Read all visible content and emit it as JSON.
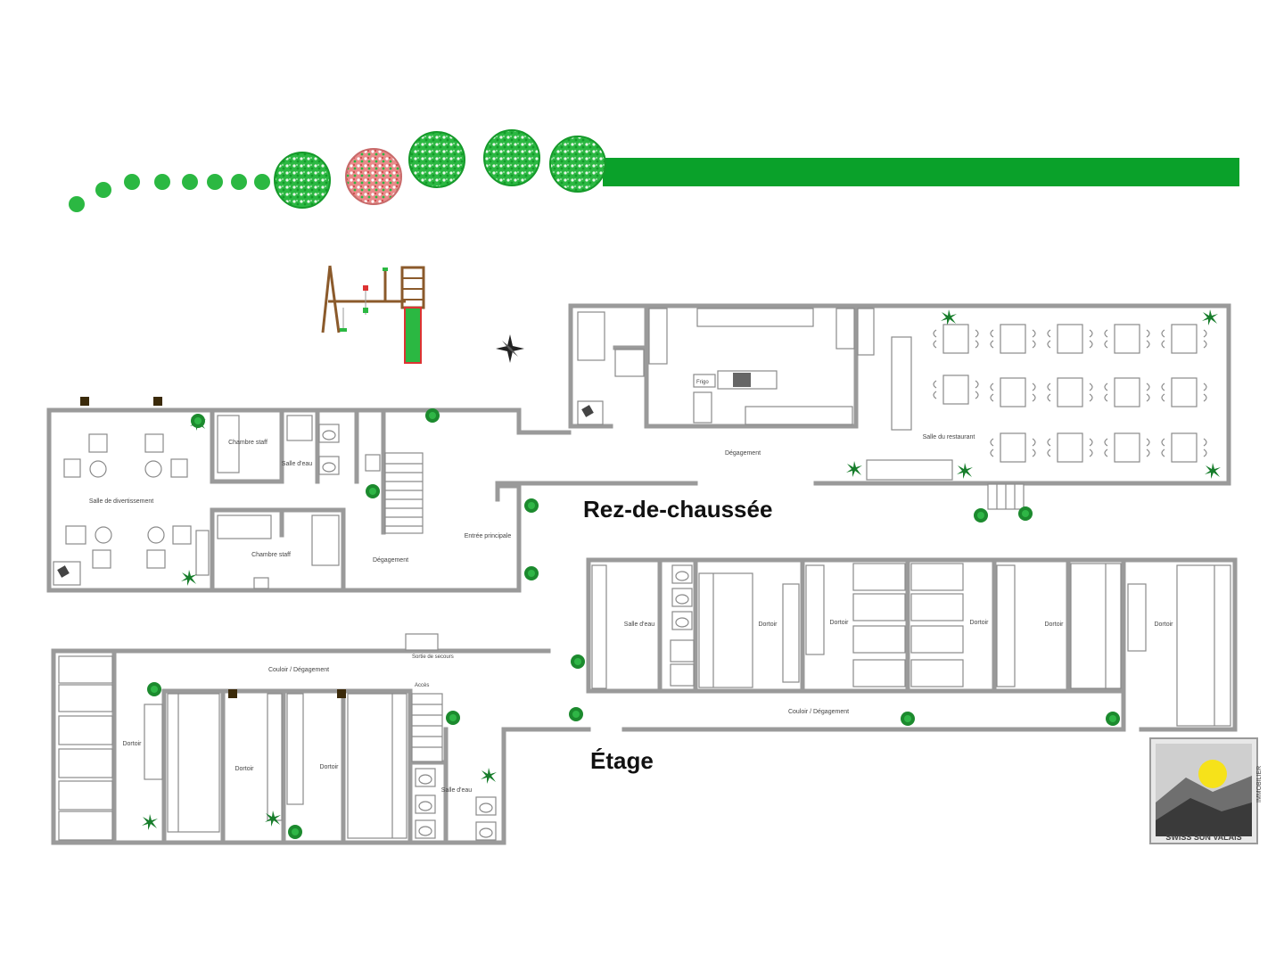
{
  "floors": {
    "ground": "Rez-de-chaussée",
    "upper": "Étage"
  },
  "rooms_ground": {
    "salle_divertissement": "Salle de divertissement",
    "chambre_staff_1": "Chambre staff",
    "chambre_staff_2": "Chambre staff",
    "salle_deau": "Salle d'eau",
    "degagement_left": "Dégagement",
    "entree": "Entrée principale",
    "degagement_top": "Dégagement",
    "salle_restaurant": "Salle du restaurant",
    "frigo": "Frigo"
  },
  "rooms_upper": {
    "couloir_left": "Couloir / Dégagement",
    "sortie_secours": "Sortie de secours",
    "acces": "Accès",
    "dortoir_1": "Dortoir",
    "dortoir_2": "Dortoir",
    "dortoir_3": "Dortoir",
    "salle_deau_left": "Salle d'eau",
    "salle_deau_right": "Salle d'eau",
    "dortoir_r1": "Dortoir",
    "dortoir_r2": "Dortoir",
    "dortoir_r3": "Dortoir",
    "dortoir_r4": "Dortoir",
    "dortoir_r5": "Dortoir",
    "couloir_right": "Couloir / Dégagement"
  },
  "logo": {
    "text": "SWISS SUN VALAIS",
    "side_text": "IMMOBILIER",
    "sun_color": "#f6e21a"
  },
  "colors": {
    "hedge": "#0aa12a",
    "tree": "#2bb842",
    "flower_tree": "#e98a8a",
    "wall": "#9a9a9a"
  }
}
